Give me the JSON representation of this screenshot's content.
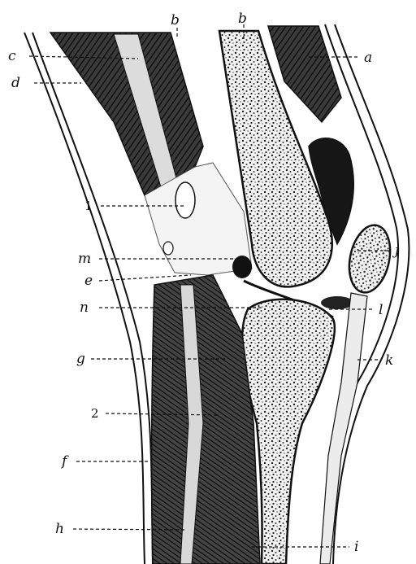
{
  "figure": {
    "labels": {
      "a": "a",
      "b1": "b",
      "b2": "b",
      "c": "c",
      "d": "d",
      "e": "e",
      "f": "f",
      "g": "g",
      "h": "h",
      "i": "i",
      "j": "j",
      "k": "k",
      "l": "l",
      "m": "m",
      "n": "n",
      "one": "1",
      "two": "2"
    },
    "colors": {
      "ink": "#111111",
      "paper": "#ffffff",
      "muscle": "#2e2e2e",
      "bone": "#e8e8e8"
    }
  }
}
